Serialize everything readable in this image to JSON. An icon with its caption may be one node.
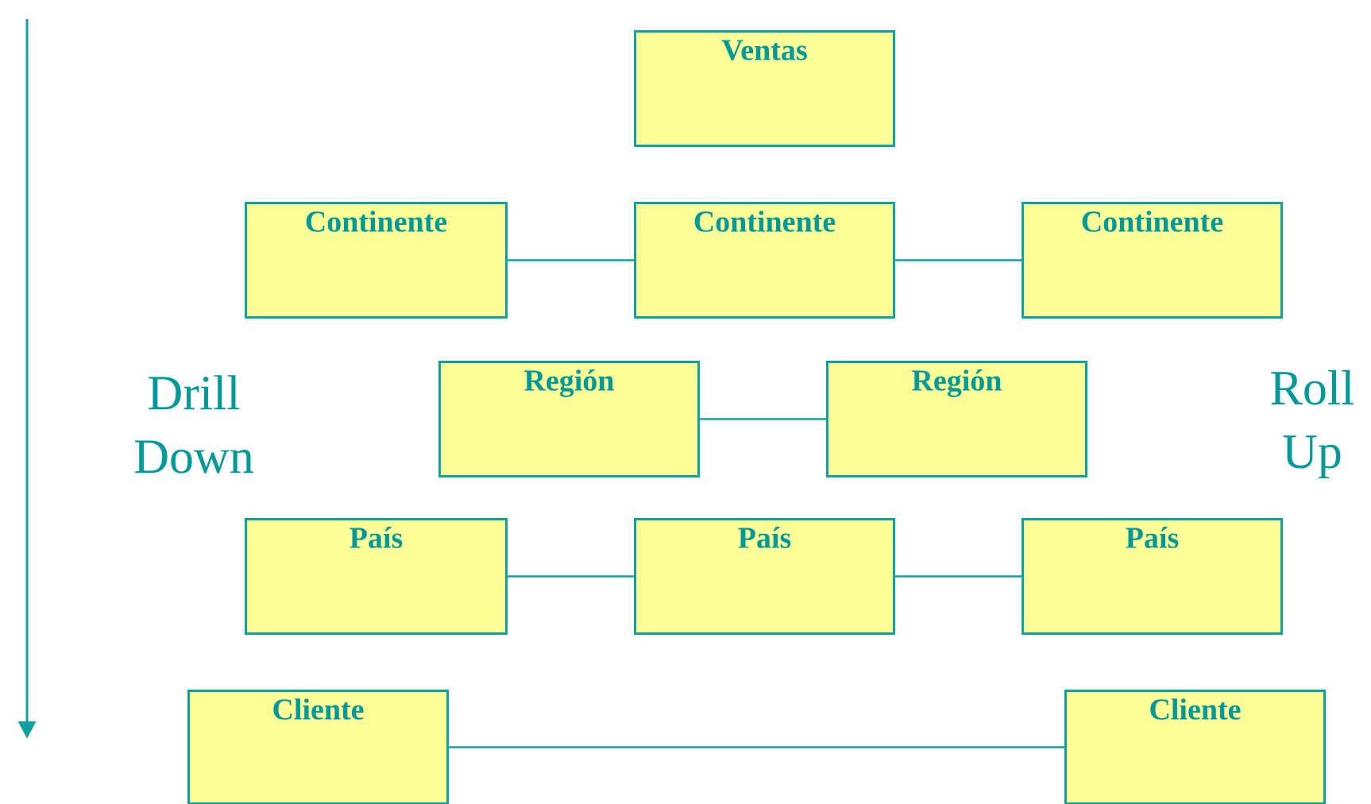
{
  "diagram": {
    "nodes": [
      {
        "text": [
          "Ventas"
        ]
      },
      {
        "text": [
          "Continente"
        ]
      },
      {
        "text": [
          "Continente"
        ]
      },
      {
        "text": [
          "Continente"
        ]
      },
      {
        "text": [
          "Región"
        ]
      },
      {
        "text": [
          "Región"
        ]
      },
      {
        "text": [
          "País"
        ]
      },
      {
        "text": [
          "País"
        ]
      },
      {
        "text": [
          "País"
        ]
      },
      {
        "text": [
          "Cliente"
        ]
      },
      {
        "text": [
          "Cliente"
        ]
      }
    ],
    "edges": [
      {
        "from": 1,
        "to": 2,
        "arrow": "none"
      },
      {
        "from": 2,
        "to": 3,
        "arrow": "none"
      },
      {
        "from": 4,
        "to": 5,
        "arrow": "none"
      },
      {
        "from": 6,
        "to": 7,
        "arrow": "none"
      },
      {
        "from": 7,
        "to": 8,
        "arrow": "none"
      },
      {
        "from": 9,
        "to": 10,
        "arrow": "none"
      }
    ],
    "labels": [
      "Drill Down",
      "Roll Up"
    ]
  }
}
